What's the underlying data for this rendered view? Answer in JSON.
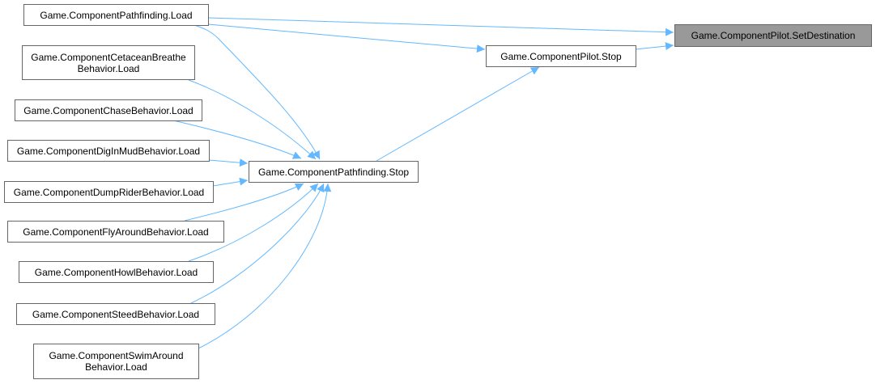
{
  "nodes": {
    "set_destination": "Game.ComponentPilot.SetDestination",
    "pilot_stop": "Game.ComponentPilot.Stop",
    "pathfinding_stop": "Game.ComponentPathfinding.Stop",
    "pathfinding_load": "Game.ComponentPathfinding.Load",
    "cetacean_load": "Game.ComponentCetaceanBreathe\nBehavior.Load",
    "chase_load": "Game.ComponentChaseBehavior.Load",
    "diginmud_load": "Game.ComponentDigInMudBehavior.Load",
    "dumprider_load": "Game.ComponentDumpRiderBehavior.Load",
    "flyaround_load": "Game.ComponentFlyAroundBehavior.Load",
    "howl_load": "Game.ComponentHowlBehavior.Load",
    "steed_load": "Game.ComponentSteedBehavior.Load",
    "swimaround_load": "Game.ComponentSwimAround\nBehavior.Load"
  },
  "colors": {
    "edge": "#63b8ff",
    "current_node": "#999999",
    "border": "#666666"
  }
}
